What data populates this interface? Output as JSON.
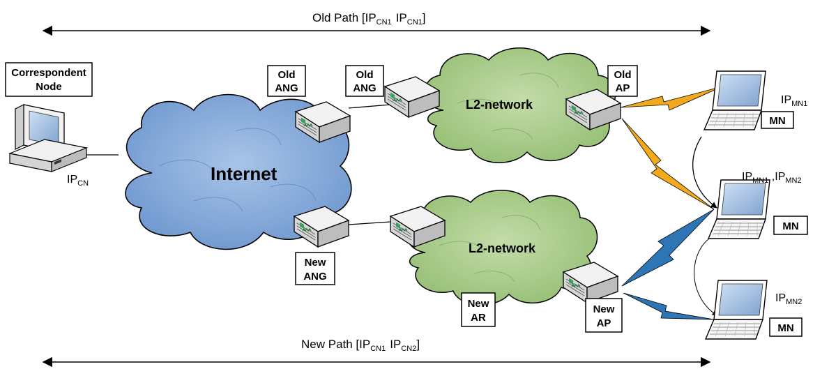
{
  "old_path": {
    "label": "Old Path [",
    "a": "IP",
    "a_sub": "CN1",
    "b": "IP",
    "b_sub": "CN1",
    "end": "]"
  },
  "new_path": {
    "label": "New Path [",
    "a": "IP",
    "a_sub": "CN1",
    "b": "IP",
    "b_sub": "CN2",
    "end": "]"
  },
  "correspondent_node": {
    "line1": "Correspondent",
    "line2": "Node"
  },
  "ip_cn": {
    "base": "IP",
    "sub": "CN"
  },
  "internet": "Internet",
  "l2_network_top": "L2-network",
  "l2_network_bottom": "L2-network",
  "old_ang_1": {
    "line1": "Old",
    "line2": "ANG"
  },
  "old_ang_2": {
    "line1": "Old",
    "line2": "ANG"
  },
  "old_ap": {
    "line1": "Old",
    "line2": "AP"
  },
  "new_ang": {
    "line1": "New",
    "line2": "ANG"
  },
  "new_ar": {
    "line1": "New",
    "line2": "AR"
  },
  "new_ap": {
    "line1": "New",
    "line2": "AP"
  },
  "mn_labels": [
    "MN",
    "MN",
    "MN"
  ],
  "ip_mn1": {
    "base": "IP",
    "sub": "MN1"
  },
  "ip_mn_both": {
    "base1": "IP",
    "sub1": "MN1",
    "sep": " ,",
    "base2": "IP",
    "sub2": "MN2"
  },
  "ip_mn2": {
    "base": "IP",
    "sub": "MN2"
  },
  "colors": {
    "internet_cloud": "#7ea6d8",
    "l2_cloud": "#a9cc8c",
    "old_link": "#f2a91d",
    "new_link": "#2e75b6"
  },
  "icons": [
    "desktop-computer-icon",
    "router-icon",
    "laptop-icon",
    "lightning-link-icon",
    "cloud-icon"
  ]
}
